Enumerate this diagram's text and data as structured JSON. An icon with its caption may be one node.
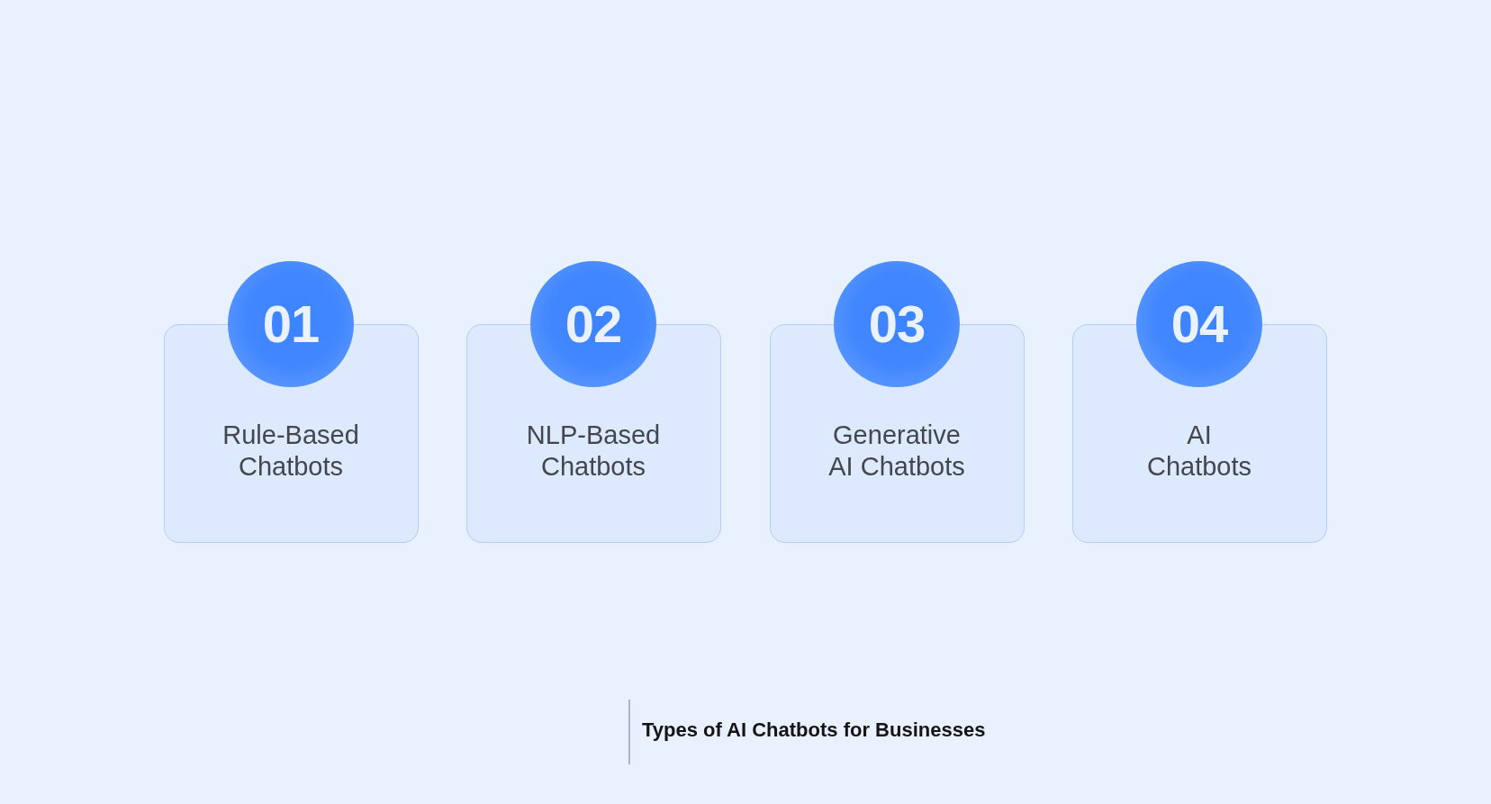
{
  "diagram": {
    "caption": "Types of AI Chatbots for Businesses",
    "nodes": [
      {
        "text": [
          "01",
          "Rule-Based Chatbots"
        ]
      },
      {
        "text": [
          "02",
          "NLP-Based Chatbots"
        ]
      },
      {
        "text": [
          "03",
          "Generative AI Chatbots"
        ]
      },
      {
        "text": [
          "04",
          "AI Chatbots"
        ]
      }
    ]
  }
}
